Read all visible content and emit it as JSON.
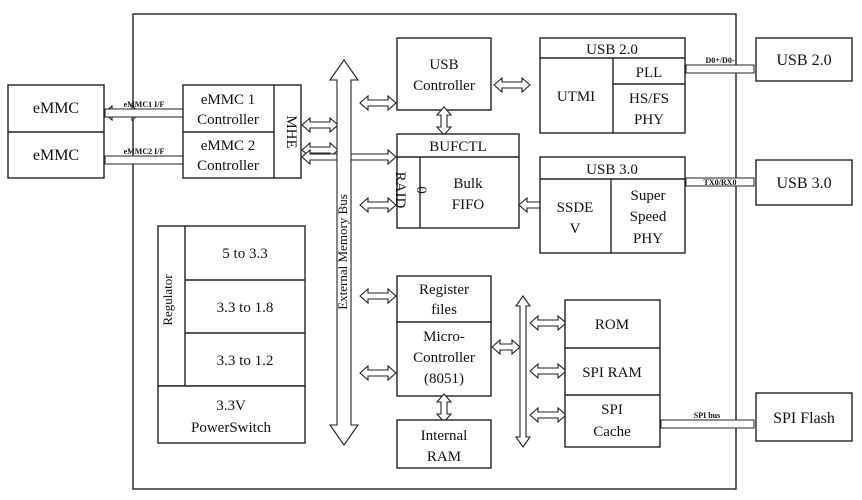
{
  "colors": {
    "line": "#222222",
    "background": "#ffffff",
    "text": "#111111"
  },
  "external": {
    "emmc1": "eMMC",
    "emmc2": "eMMC",
    "usb2": "USB 2.0",
    "usb3": "USB 3.0",
    "spi_flash": "SPI Flash"
  },
  "links": {
    "emmc1_if": "eMMC1 I/F",
    "emmc2_if": "eMMC2 I/F",
    "usb2_lines": "D0+/D0-",
    "usb3_lines": "TX0/RX0",
    "spi_bus": "SPI bus"
  },
  "blocks": {
    "emmc1_ctrl": [
      "eMMC 1",
      "Controller"
    ],
    "emmc2_ctrl": [
      "eMMC 2",
      "Controller"
    ],
    "mhe": "MHE",
    "ext_bus": "External Memory Bus",
    "usb_ctrl": [
      "USB",
      "Controller"
    ],
    "bufctl": "BUFCTL",
    "raid": [
      "RAID",
      "0"
    ],
    "bulk_fifo": [
      "Bulk",
      "FIFO"
    ],
    "usb20_title": "USB 2.0",
    "utmi": "UTMI",
    "pll": "PLL",
    "hsfs_phy": [
      "HS/FS",
      "PHY"
    ],
    "usb30_title": "USB 3.0",
    "ssdev": [
      "SSDE",
      "V"
    ],
    "ss_phy": [
      "Super",
      "Speed",
      "PHY"
    ],
    "regulator": "Regulator",
    "reg_items": [
      "5 to 3.3",
      "3.3 to 1.8",
      "3.3 to 1.2"
    ],
    "power_switch": [
      "3.3V",
      "PowerSwitch"
    ],
    "register_files": [
      "Register",
      "files"
    ],
    "micro_ctrl": [
      "Micro-",
      "Controller",
      "(8051)"
    ],
    "internal_ram": [
      "Internal",
      "RAM"
    ],
    "rom": "ROM",
    "spi_ram": "SPI RAM",
    "spi_cache": [
      "SPI",
      "Cache"
    ]
  }
}
